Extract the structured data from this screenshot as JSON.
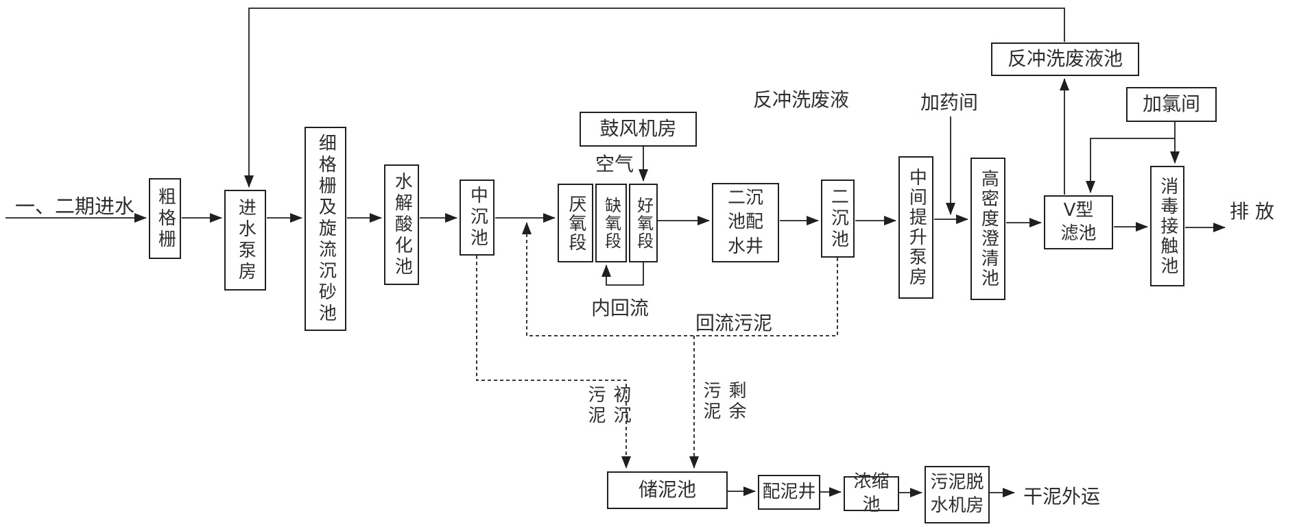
{
  "diagram": {
    "type": "process-flow",
    "colors": {
      "line": "#1f1f1f",
      "background": "#ffffff",
      "text": "#2e2e2e"
    },
    "nodes": {
      "influent_label": "一、二期进水",
      "coarse_screen": "粗格栅",
      "inlet_pump_station": "进水泵房",
      "fine_screen_grit": "细格栅及旋流沉砂池",
      "hydrolysis_tank": "水解酸化池",
      "intermediate_sed_tank": "中沉池",
      "anaerobic_stage": "厌氧段",
      "anoxic_stage": "缺氧段",
      "aerobic_stage": "好氧段",
      "blower_room": "鼓风机房",
      "air_label": "空气",
      "internal_recycle_label": "内回流",
      "secondary_dist_well": "二沉\n池配\n水井",
      "secondary_sed_tank": "二沉池",
      "return_sludge_label": "回流污泥",
      "intermediate_pump_station": "中间提升泵房",
      "dosing_room_label": "加药间",
      "high_density_clarifier": "高密度澄清池",
      "v_type_filter": "V型\n滤池",
      "backwash_tank": "反冲洗废液池",
      "backwash_liquid_label": "反冲洗废液",
      "chlorination_room": "加氯间",
      "disinfection_contact_tank": "消毒接触池",
      "discharge_label": "排\n放",
      "primary_sludge_label": "初沉\n污泥",
      "excess_sludge_label": "剩余\n污泥",
      "sludge_storage_tank": "储泥池",
      "sludge_dist_well": "配泥井",
      "thickener_tank": "浓缩池",
      "dewatering_room": "污泥脱\n水机房",
      "dried_sludge_label": "干泥外运"
    }
  }
}
